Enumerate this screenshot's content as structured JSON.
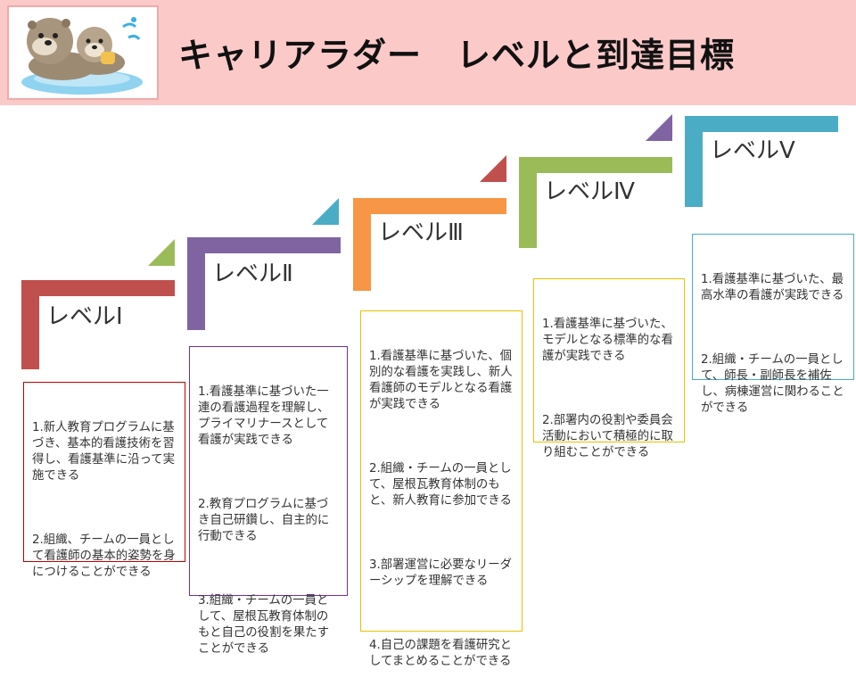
{
  "header": {
    "title": "キャリアラダー　レベルと到達目標",
    "logo": "otter-mascot-logo"
  },
  "colors": {
    "header_bg": "#fcc9c9",
    "level1": "#c0504d",
    "level2": "#8064a2",
    "level3": "#f79646",
    "level4": "#9bbb59",
    "level5": "#4bacc6",
    "box1_border": "#c00000",
    "box2_border": "#7030a0",
    "box3_border": "#e6c200",
    "box4_border": "#e6c200",
    "box5_border": "#4bacc6"
  },
  "levels": [
    {
      "label": "レベルⅠ",
      "goals": [
        "1.新人教育プログラムに基づき、基本的看護技術を習得し、看護基準に沿って実施できる",
        "2.組織、チームの一員として看護師の基本的姿勢を身につけることができる"
      ]
    },
    {
      "label": "レベルⅡ",
      "goals": [
        "1.看護基準に基づいた一連の看護過程を理解し、プライマリナースとして看護が実践できる",
        "2.教育プログラムに基づき自己研鑽し、自主的に行動できる",
        "3.組織・チームの一員として、屋根瓦教育体制のもと自己の役割を果たすことができる"
      ]
    },
    {
      "label": "レベルⅢ",
      "goals": [
        "1.看護基準に基づいた、個別的な看護を実践し、新人看護師のモデルとなる看護が実践できる",
        "2.組織・チームの一員として、屋根瓦教育体制のもと、新人教育に参加できる",
        "3.部署運営に必要なリーダーシップを理解できる",
        "4.自己の課題を看護研究としてまとめることができる"
      ]
    },
    {
      "label": "レベルⅣ",
      "goals": [
        "1.看護基準に基づいた、モデルとなる標準的な看護が実践できる",
        "2.部署内の役割や委員会活動において積極的に取り組むことができる"
      ]
    },
    {
      "label": "レベルⅤ",
      "goals": [
        "1.看護基準に基づいた、最高水準の看護が実践できる",
        "2.組織・チームの一員として、師長・副師長を補佐し、病棟運営に関わることができる"
      ]
    }
  ]
}
